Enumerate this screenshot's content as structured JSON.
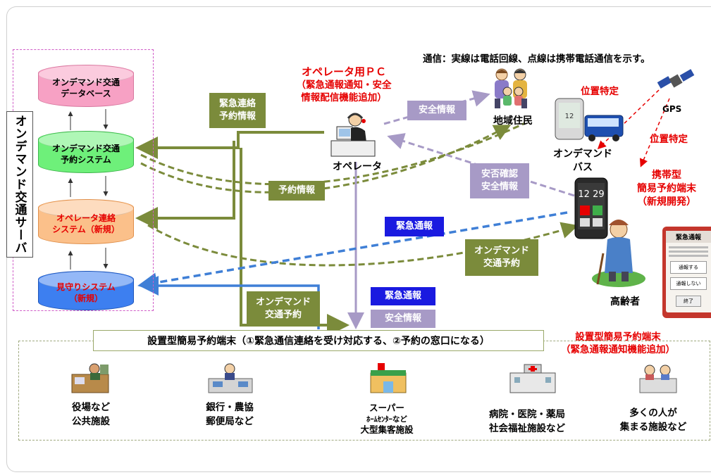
{
  "legend_note": "通信：実線は電話回線、点線は携帯電話通信を示す。",
  "server": {
    "label": "オンデマンド交通サーバ",
    "db1": [
      "オンデマンド交通",
      "データベース"
    ],
    "db2": [
      "オンデマンド交通",
      "予約システム"
    ],
    "db3": [
      "オペレータ連絡",
      "システム（新規）"
    ],
    "db4": [
      "見守りシステム",
      "（新規）"
    ]
  },
  "operator_pc": [
    "オペレータ用ＰＣ",
    "（緊急通報通知・安全",
    "情報配信機能追加）"
  ],
  "operator_label": "オペレータ",
  "tags": {
    "emergency_reservation": [
      "緊急連絡",
      "予約情報"
    ],
    "safety_info_top": "安全情報",
    "reservation_info": "予約情報",
    "safety_confirm": [
      "安否確認",
      "安全情報"
    ],
    "emergency_mid": "緊急通報",
    "ondemand_reserve_right": [
      "オンデマンド",
      "交通予約"
    ],
    "ondemand_reserve_bottom": [
      "オンデマンド",
      "交通予約"
    ],
    "emergency_bottom": "緊急通報",
    "safety_bottom": "安全情報"
  },
  "residents": "地域住民",
  "bus": [
    "オンデマンド",
    "バス"
  ],
  "position_1": "位置特定",
  "position_2": "位置特定",
  "gps": "GPS",
  "mobile_terminal": [
    "携帯型",
    "簡易予約端末",
    "（新規開発）"
  ],
  "elderly": "高齢者",
  "installed_terminal_note": [
    "設置型簡易予約端末",
    "（緊急通報通知機能追加）"
  ],
  "facility_title": "設置型簡易予約端末（①緊急通信連絡を受け対応する、②予約の窓口になる）",
  "facilities": [
    [
      "役場など",
      "公共施設"
    ],
    [
      "銀行・農協",
      "郵便局など"
    ],
    [
      "スーパー",
      "ﾎｰﾑｾﾝﾀｰなど",
      "大型集客施設"
    ],
    [
      "病院・医院・薬局",
      "社会福祉施設など"
    ],
    [
      "多くの人が",
      "集まる施設など"
    ]
  ],
  "phone_screen": {
    "title": "緊急通報",
    "buttons": [
      "通報する",
      "通報しない",
      "終了"
    ]
  },
  "colors": {
    "olive": "#7b8b3b",
    "lavender": "#a79ac6",
    "blue_dash": "#3f7fd6",
    "red": "#e60000",
    "pink_db": "#f7a1c4",
    "green_db": "#6ef07a",
    "orange_db": "#fbc08a",
    "blue_db": "#3d7ff0"
  }
}
